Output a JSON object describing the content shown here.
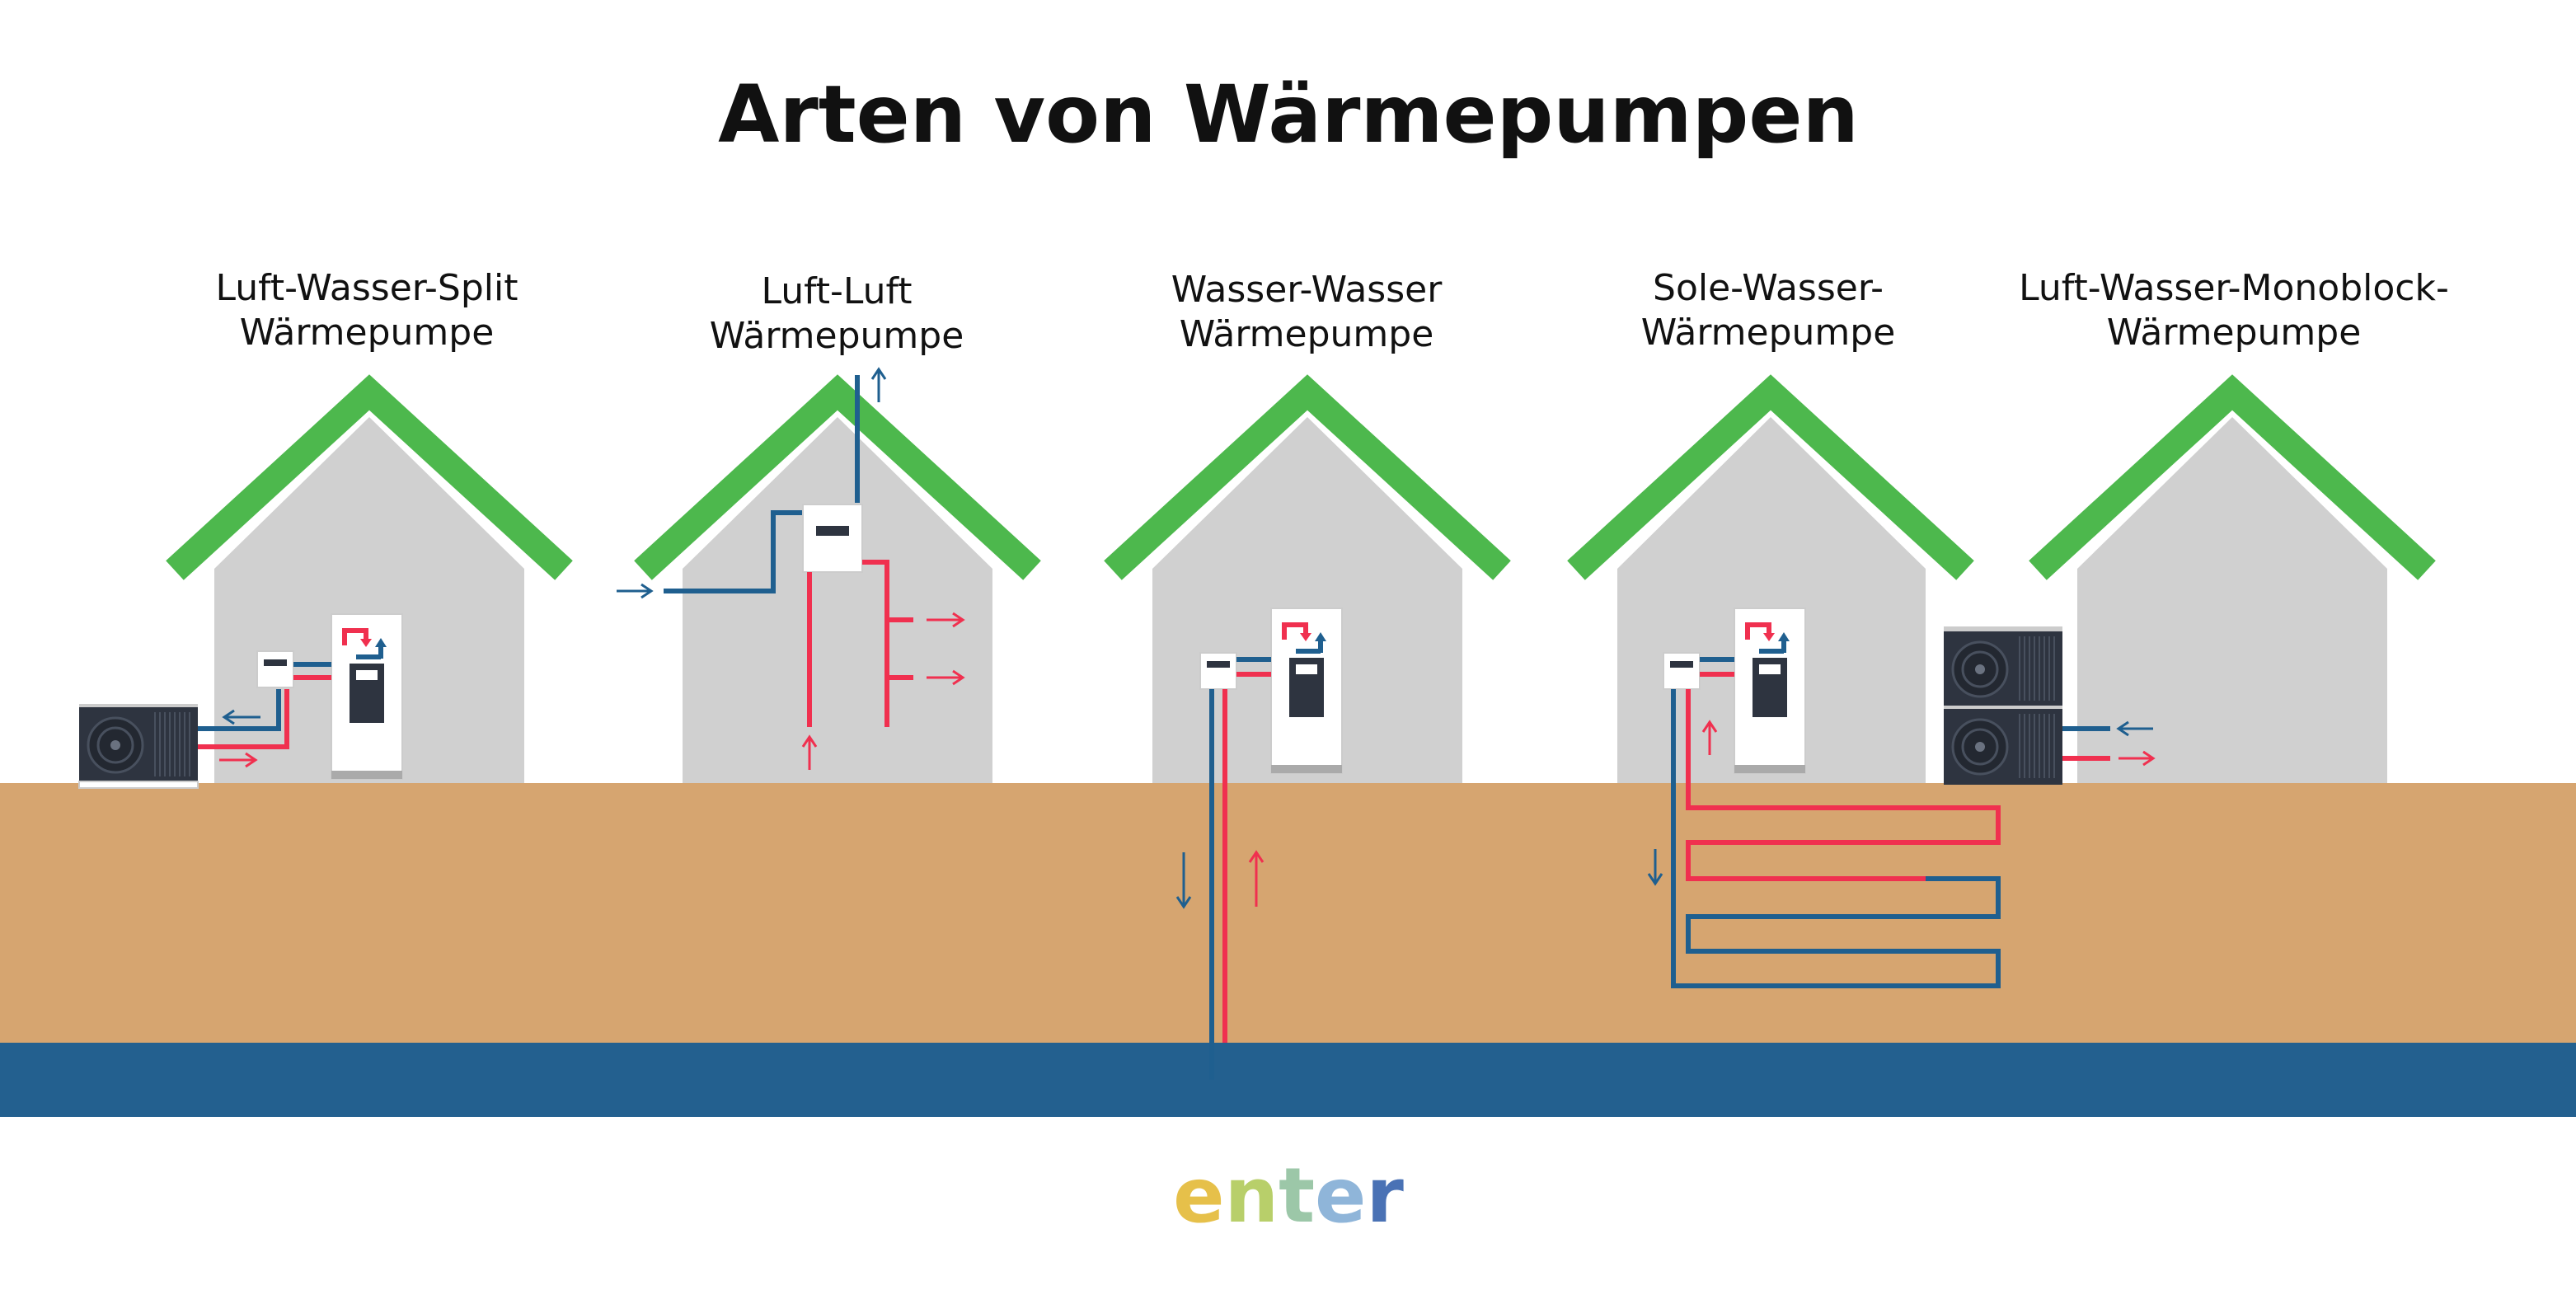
{
  "title": "Arten von Wärmepumpen",
  "houses": [
    {
      "id": "luft-wasser-split",
      "line1": "Luft-Wasser-Split",
      "line2": "Wärmepumpe"
    },
    {
      "id": "luft-luft",
      "line1": "Luft-Luft",
      "line2": "Wärmepumpe"
    },
    {
      "id": "wasser-wasser",
      "line1": "Wasser-Wasser",
      "line2": "Wärmepumpe"
    },
    {
      "id": "sole-wasser",
      "line1": "Sole-Wasser-",
      "line2": "Wärmepumpe"
    },
    {
      "id": "luft-wasser-monoblock",
      "line1": "Luft-Wasser-Monoblock-",
      "line2": "Wärmepumpe"
    }
  ],
  "logo": {
    "letters": [
      "e",
      "n",
      "t",
      "e",
      "r"
    ]
  },
  "colors": {
    "roof": "#4db84d",
    "wall": "#d0d0d0",
    "soil": "#d6a570",
    "groundwater": "#23608f",
    "pipe_cold": "#1f5f8f",
    "pipe_hot": "#f0304f",
    "unit_dark": "#2e3440",
    "logo": [
      "#e6c04a",
      "#b8cf6a",
      "#9cc7a8",
      "#8fb5d9",
      "#4a72b5"
    ]
  },
  "icons": [
    "outdoor-fan-unit-icon",
    "indoor-heat-pump-icon",
    "arrow-icon"
  ]
}
